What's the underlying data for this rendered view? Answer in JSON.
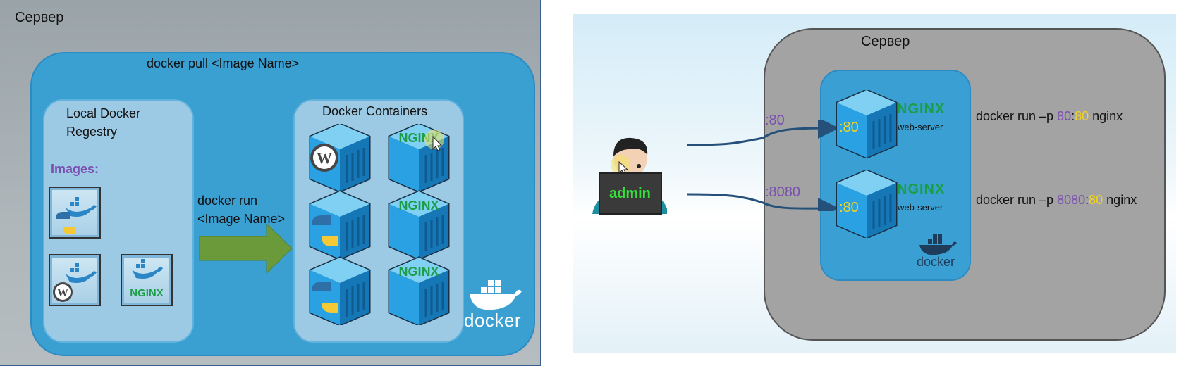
{
  "left_slide": {
    "server_title": "Сервер",
    "pull_command": "docker pull <Image Name>",
    "local_registry_title": "Local Docker Regestry",
    "images_label": "Images:",
    "containers_title": "Docker Containers",
    "run_command_line1": "docker run",
    "run_command_line2": "<Image Name>",
    "docker_logo_text": "docker"
  },
  "right_slide": {
    "server_title": "Сервер",
    "admin_label": "admin",
    "containers": [
      {
        "port_label": ":80",
        "container_port": ":80",
        "logo": "NGINX",
        "sub_label": "web-server",
        "command": {
          "prefix": "docker run –p ",
          "host_port": "80",
          "sep": ":",
          "container_port": "80",
          "suffix": " nginx"
        }
      },
      {
        "port_label": ":8080",
        "container_port": ":80",
        "logo": "NGINX",
        "sub_label": "web-server",
        "command": {
          "prefix": "docker run –p ",
          "host_port": "8080",
          "sep": ":",
          "container_port": "80",
          "suffix": " nginx"
        }
      }
    ],
    "docker_logo_text": "docker"
  },
  "icons": {
    "nginx_text": "NGINX",
    "wordpress_letter": "W"
  },
  "colors": {
    "slide_blue": "#3a9fd1",
    "panel_light_blue": "#9cc9e4",
    "purple_port": "#7a4fb0",
    "yellow_port": "#f2d422",
    "arrow_green": "#6a9a3a",
    "nginx_green": "#1b9e48",
    "admin_green": "#35e03a"
  }
}
